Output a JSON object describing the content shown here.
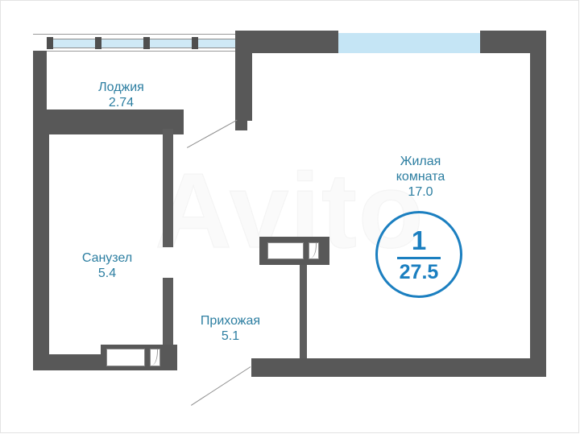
{
  "plan": {
    "watermark": "Avito",
    "accent_color": "#1b7fc0",
    "label_color": "#2c7ea1",
    "wall_color": "#585858",
    "glass_color": "#c5e5f5",
    "rooms": [
      {
        "name": "Лоджия",
        "area": "2.74"
      },
      {
        "name": "Жилая\nкомната",
        "area": "17.0"
      },
      {
        "name": "Санузел",
        "area": "5.4"
      },
      {
        "name": "Прихожая",
        "area": "5.1"
      }
    ],
    "summary": {
      "rooms_count": "1",
      "total_area": "27.5"
    }
  }
}
